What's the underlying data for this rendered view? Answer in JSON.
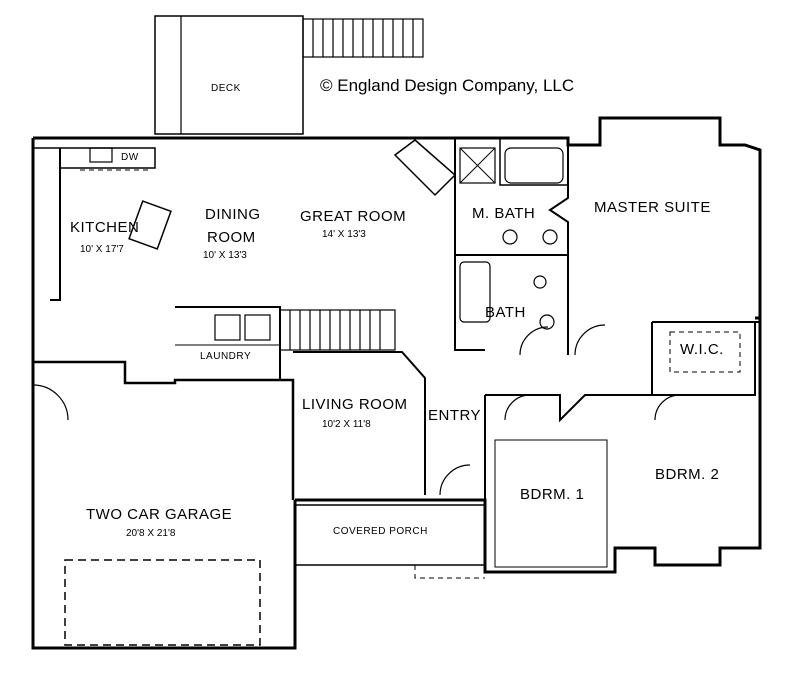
{
  "copyright": "© England Design Company, LLC",
  "rooms": {
    "deck": {
      "name": "DECK"
    },
    "kitchen": {
      "name": "KITCHEN",
      "dim": "10' X 17'7"
    },
    "dining": {
      "name_line1": "DINING",
      "name_line2": "ROOM",
      "dim": "10' X 13'3"
    },
    "great_room": {
      "name": "GREAT ROOM",
      "dim": "14' X 13'3"
    },
    "master_bath": {
      "name": "M. BATH"
    },
    "master_suite": {
      "name": "MASTER SUITE"
    },
    "bath": {
      "name": "BATH"
    },
    "laundry": {
      "name": "LAUNDRY"
    },
    "living_room": {
      "name": "LIVING ROOM",
      "dim": "10'2 X 11'8"
    },
    "entry": {
      "name": "ENTRY"
    },
    "wic": {
      "name": "W.I.C."
    },
    "bedroom1": {
      "name": "BDRM. 1"
    },
    "bedroom2": {
      "name": "BDRM. 2"
    },
    "garage": {
      "name": "TWO CAR GARAGE",
      "dim": "20'8 X 21'8"
    },
    "porch": {
      "name": "COVERED PORCH"
    }
  },
  "fixtures": {
    "dishwasher": "DW"
  }
}
